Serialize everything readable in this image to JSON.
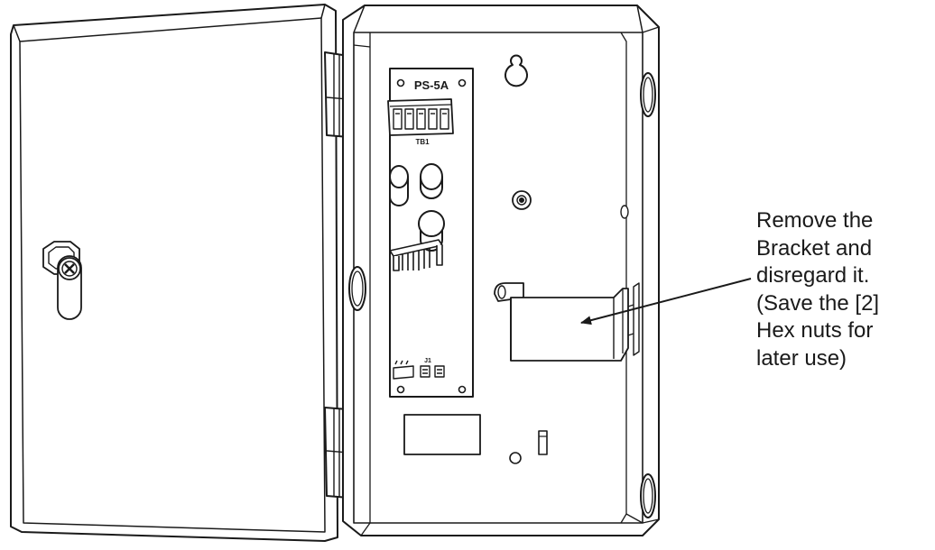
{
  "board": {
    "label": "PS-5A",
    "terminal_label": "TB1",
    "jumper_label": "J1"
  },
  "callout": {
    "lines": [
      "Remove the",
      "Bracket and",
      "disregard it.",
      "(Save the [2]",
      "Hex nuts for",
      "later use)"
    ]
  },
  "colors": {
    "line": "#1a1a1a",
    "fill": "#ffffff",
    "shade": "#e6e6e6"
  }
}
